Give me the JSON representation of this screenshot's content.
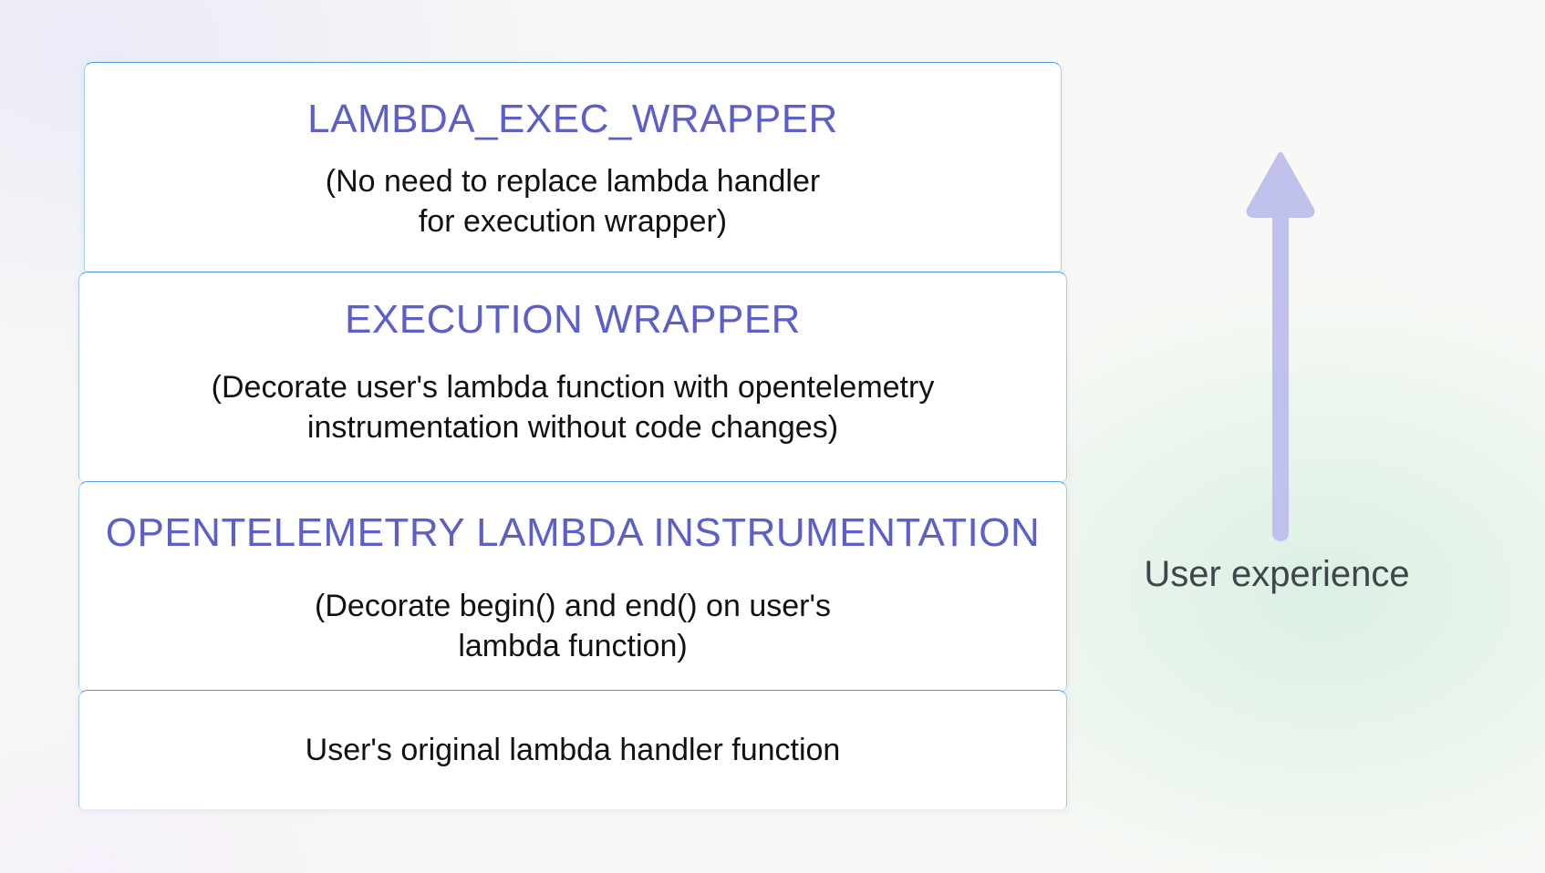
{
  "colors": {
    "title": "#5b5fc7",
    "text": "#111111",
    "box_border": "#4a9be8",
    "arrow": "#c0c0ec",
    "label": "#3f4548"
  },
  "layers": [
    {
      "title": "LAMBDA_EXEC_WRAPPER",
      "desc_line1": "(No need to replace lambda handler",
      "desc_line2": "for execution wrapper)"
    },
    {
      "title": "EXECUTION WRAPPER",
      "desc_line1": "(Decorate user's lambda function with opentelemetry",
      "desc_line2": "instrumentation without code changes)"
    },
    {
      "title": "OPENTELEMETRY LAMBDA INSTRUMENTATION",
      "desc_line1": "(Decorate begin() and end() on user's",
      "desc_line2": "lambda function)"
    },
    {
      "desc_line1": "User's original lambda handler function"
    }
  ],
  "axis": {
    "icon": "arrow-up-icon",
    "label": "User experience"
  }
}
